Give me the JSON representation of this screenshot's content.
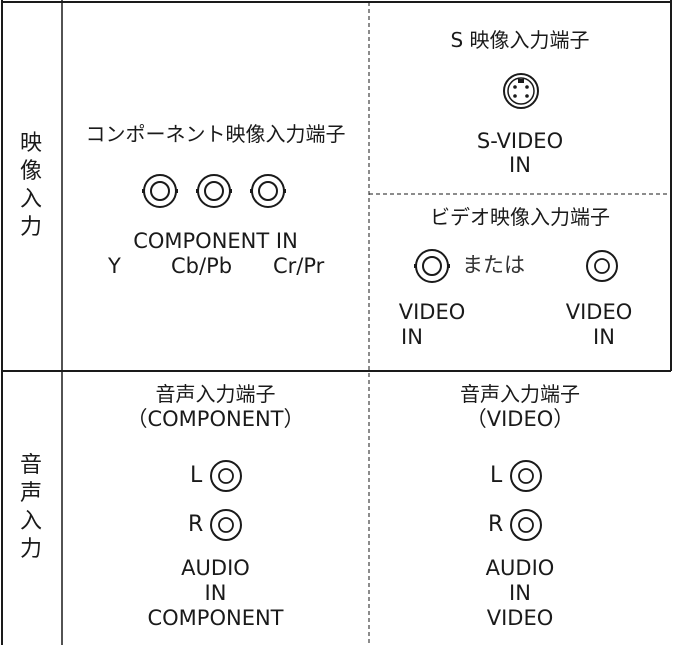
{
  "video_input": {
    "row_label": [
      "映",
      "像",
      "入",
      "力"
    ],
    "component": {
      "heading": "コンポーネント映像入力端子",
      "label_line1": "COMPONENT IN",
      "label_y": "Y",
      "label_cb": "Cb/Pb",
      "label_cr": "Cr/Pr"
    },
    "svideo": {
      "heading": "S 映像入力端子",
      "label_line1": "S-VIDEO",
      "label_line2": "IN"
    },
    "video": {
      "heading": "ビデオ映像入力端子",
      "or_text": "または",
      "left_label_line1": "VIDEO",
      "left_label_line2": "IN",
      "right_label_line1": "VIDEO",
      "right_label_line2": "IN"
    }
  },
  "audio_input": {
    "row_label": [
      "音",
      "声",
      "入",
      "力"
    ],
    "component": {
      "heading_line1": "音声入力端子",
      "heading_line2": "（COMPONENT）",
      "left_channel": "L",
      "right_channel": "R",
      "label_line1": "AUDIO",
      "label_line2": "IN",
      "label_line3": "COMPONENT"
    },
    "video": {
      "heading_line1": "音声入力端子",
      "heading_line2": "（VIDEO）",
      "left_channel": "L",
      "right_channel": "R",
      "label_line1": "AUDIO",
      "label_line2": "IN",
      "label_line3": "VIDEO"
    }
  }
}
